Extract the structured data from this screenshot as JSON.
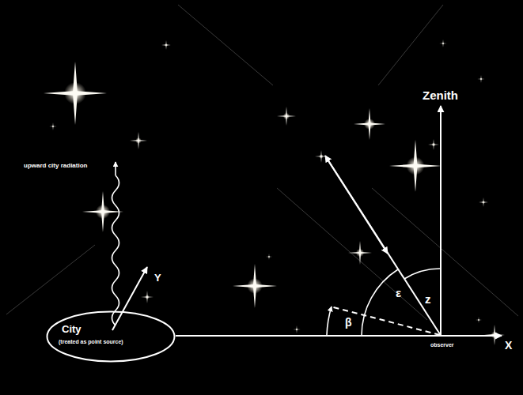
{
  "diagram": {
    "nodes": [
      {
        "text": [
          "City",
          "(treated as point source)"
        ]
      }
    ],
    "labels": [
      "upward city radiation",
      "Y",
      "Zenith",
      "z",
      "ε",
      "β",
      "observer",
      "X"
    ]
  }
}
